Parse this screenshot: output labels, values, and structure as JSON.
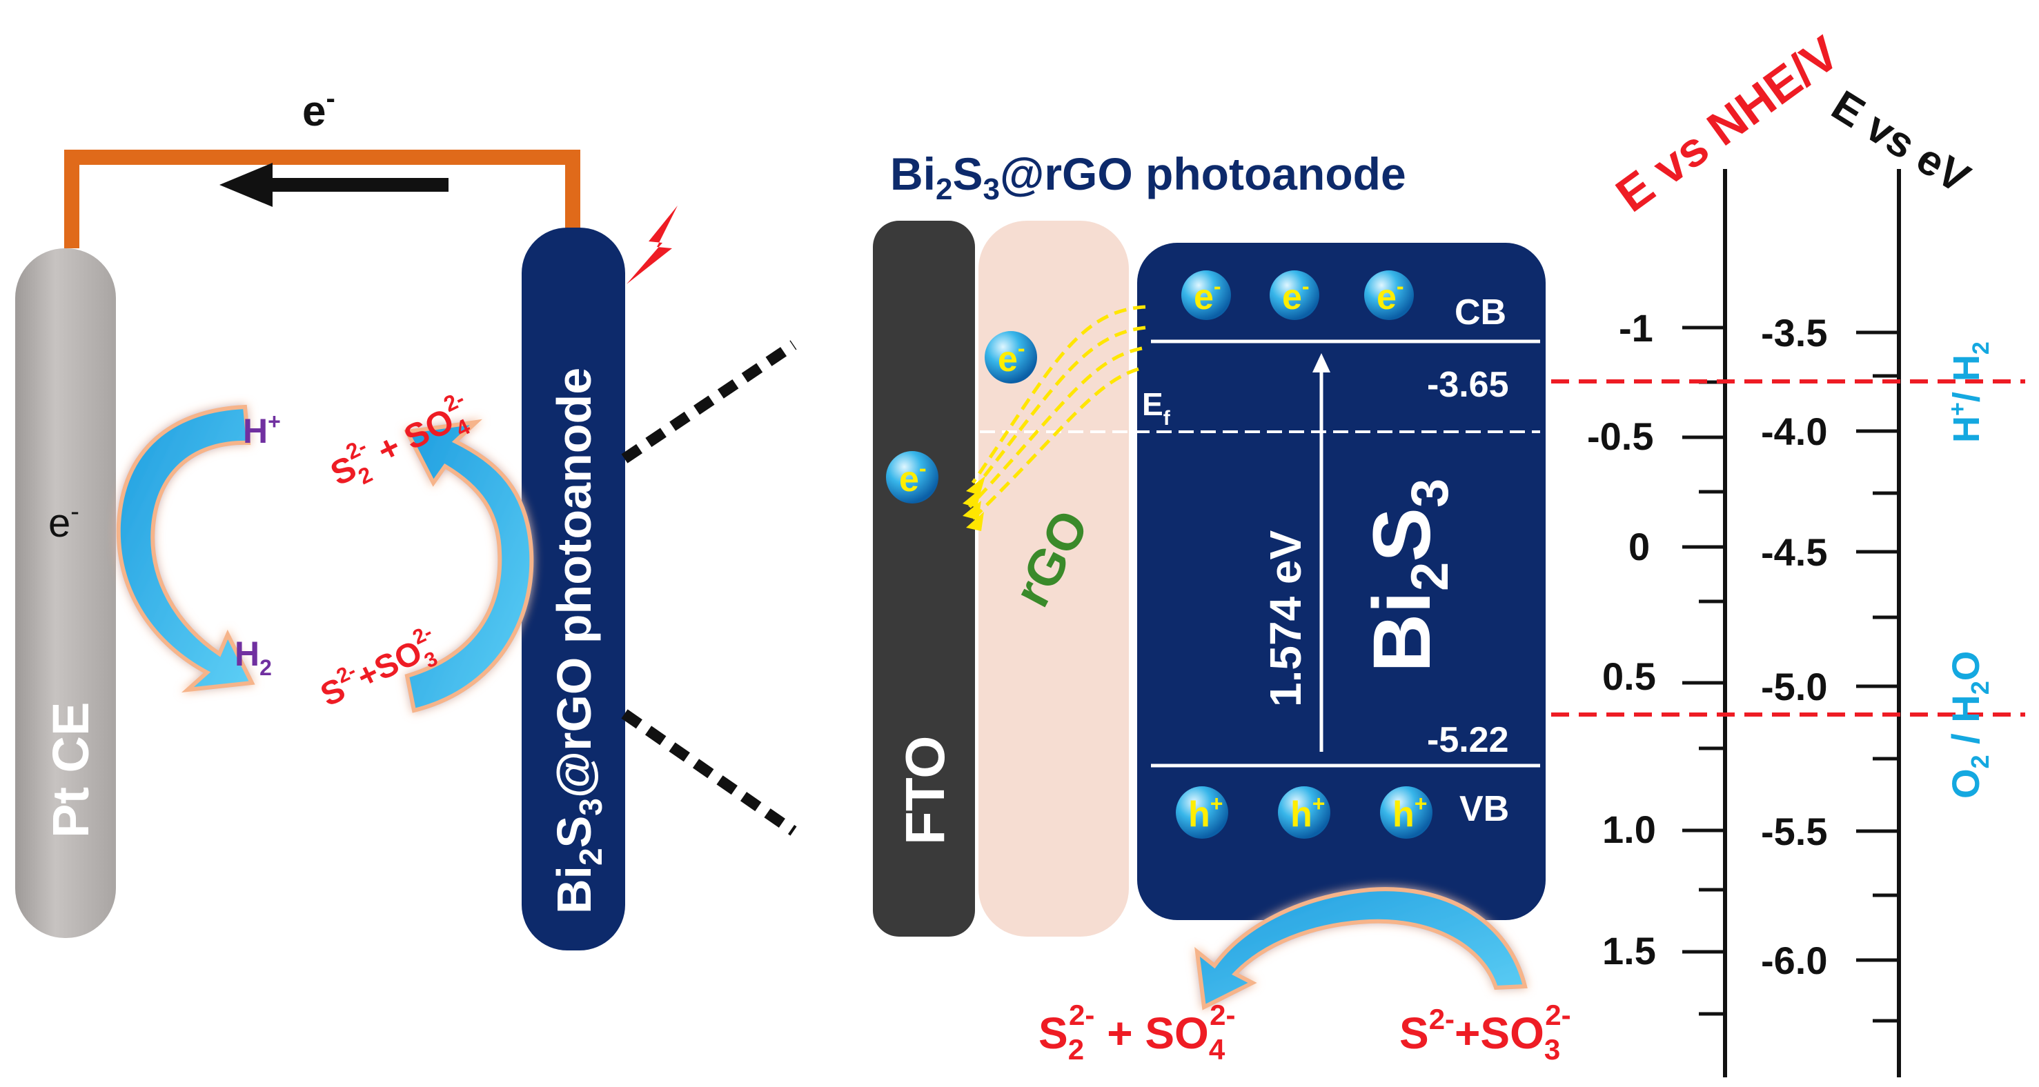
{
  "circuit": {
    "electron_label": "e",
    "electron_sup": "-"
  },
  "left_cell": {
    "counter_electrode": "Pt CE",
    "photoanode": {
      "p1": "Bi",
      "s1": "2",
      "p2": "S",
      "s2": "3",
      "p3": "@rGO photoanode"
    },
    "cycle_electron": "e",
    "cycle_electron_sup": "-",
    "h_plus": {
      "base": "H",
      "sup": "+"
    },
    "h2": {
      "base": "H",
      "sub": "2"
    },
    "oxidized": {
      "a": "S",
      "a_sub": "2",
      "a_sup": "2-",
      "mid": " + SO",
      "b_sub": "4",
      "b_sup": "2-"
    },
    "reduced": {
      "a": "S",
      "a_sup": "2-",
      "mid": "+SO",
      "b_sub": "3",
      "b_sup": "2-"
    }
  },
  "zoom": {
    "title": {
      "p1": "Bi",
      "s1": "2",
      "p2": "S",
      "s2": "3",
      "p3": "@rGO photoanode"
    },
    "fto": "FTO",
    "rgo": "rGO",
    "electron": "e",
    "electron_sup": "-",
    "hole": "h",
    "hole_sup": "+",
    "cb": "CB",
    "vb": "VB",
    "fermi": {
      "base": "E",
      "sub": "f"
    },
    "cb_value": "-3.65",
    "vb_value": "-5.22",
    "gap": "1.574 eV",
    "material": {
      "p1": "Bi",
      "s1": "2",
      "p2": "S",
      "s2": "3"
    },
    "products": {
      "a": "S",
      "a_sub": "2",
      "a_sup": "2-",
      "mid": " + SO",
      "b_sub": "4",
      "b_sup": "2-"
    },
    "reactants": {
      "a": "S",
      "a_sup": "2-",
      "mid": "+SO",
      "b_sub": "3",
      "b_sup": "2-"
    }
  },
  "scales": {
    "nhe_title": "E vs NHE/V",
    "ev_title": "E vs eV",
    "nhe_ticks": [
      "-1",
      "-0.5",
      "0",
      "0.5",
      "1.0",
      "1.5"
    ],
    "ev_ticks": [
      "-3.5",
      "-4.0",
      "-4.5",
      "-5.0",
      "-5.5",
      "-6.0"
    ],
    "hydrogen_couple": {
      "a": "H",
      "a_sup": "+",
      "mid": "/ H",
      "b_sub": "2"
    },
    "water_couple": {
      "a": "O",
      "a_sub": "2",
      "mid": " / H",
      "b_sub": "2",
      "c": "O"
    }
  },
  "colors": {
    "wire": "#e06a1a",
    "navy": "#0d2a6b",
    "pt": "#b7b3b1",
    "fto": "#3a3a3a",
    "rgo": "#f6ddd2",
    "redox_line": "#ee1c24",
    "scale_label": "#14a8e0",
    "electron_dash": "#ffe600"
  }
}
